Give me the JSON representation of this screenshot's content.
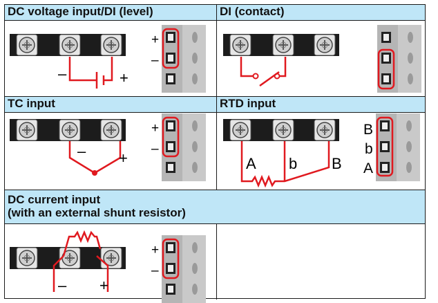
{
  "cells": {
    "dc_voltage": {
      "title": "DC voltage input/DI (level)",
      "minus": "–",
      "plus": "+",
      "term_plus": "+",
      "term_minus": "–"
    },
    "di_contact": {
      "title": "DI (contact)"
    },
    "tc": {
      "title": "TC input",
      "minus": "–",
      "plus": "+",
      "term_plus": "+",
      "term_minus": "–"
    },
    "rtd": {
      "title": "RTD input",
      "wire_a": "A",
      "wire_b_small": "b",
      "wire_b": "B",
      "term_b_upper": "B",
      "term_b_small": "b",
      "term_a": "A"
    },
    "dc_current": {
      "title_line1": "DC current input",
      "title_line2": "(with an external shunt resistor)",
      "minus": "–",
      "plus": "+",
      "term_plus": "+",
      "term_minus": "–"
    }
  },
  "colors": {
    "header_bg": "#bfe6f7",
    "wire": "#e0191f",
    "terminal_block": "#1c1c1c",
    "side_terminal": "#9a9a9a"
  }
}
